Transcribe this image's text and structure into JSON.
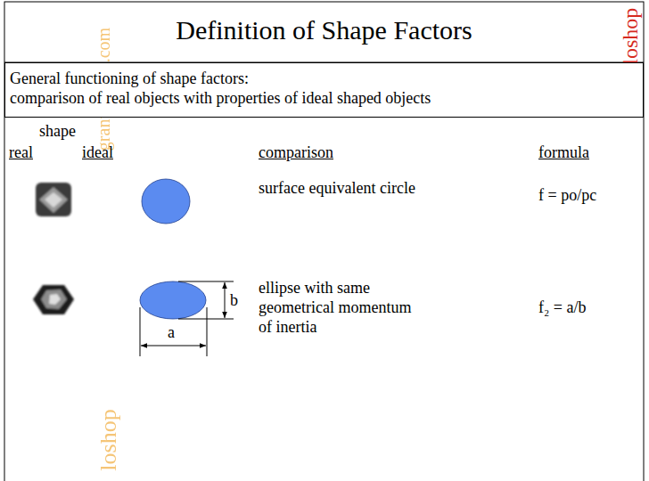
{
  "diagram": {
    "title": "Definition of Shape Factors",
    "nodes": [
      {
        "text": [
          "General functioning of shape factors:",
          "comparison of real objects with properties of ideal shaped objects"
        ]
      }
    ],
    "labels": [
      "shape",
      "real",
      "ideal",
      "comparison",
      "formula",
      "surface equivalent circle",
      "f = po/pc",
      "b",
      "a",
      "ellipse with same geometrical momentum of inertia",
      "f₂ = a/b",
      "granuloshop",
      "granuloshop.com",
      "loshop"
    ]
  }
}
